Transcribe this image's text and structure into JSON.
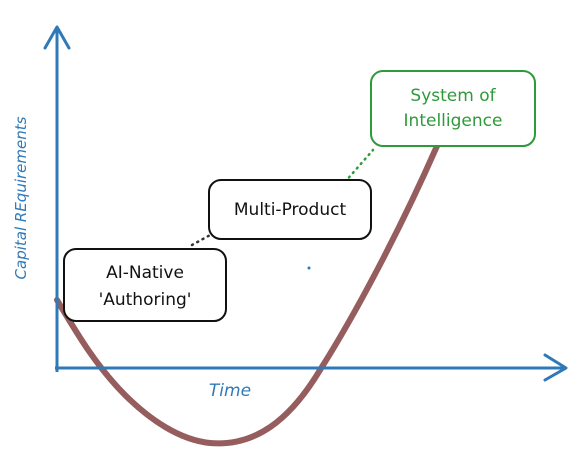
{
  "diagram": {
    "axes": {
      "x_label": "Time",
      "y_label": "Capital REquirements",
      "color": "#2f79b8"
    },
    "stages": [
      {
        "id": "ai-native",
        "lines": [
          "AI-Native",
          "'Authoring'"
        ],
        "text_color": "#111111",
        "border_color": "#111111"
      },
      {
        "id": "multi-product",
        "lines": [
          "Multi-Product"
        ],
        "text_color": "#111111",
        "border_color": "#111111"
      },
      {
        "id": "system-of-intelligence",
        "lines": [
          "System of",
          "Intelligence"
        ],
        "text_color": "#2e9a3a",
        "border_color": "#2e9a3a"
      }
    ],
    "curve": {
      "color": "#8a4b4b"
    }
  }
}
